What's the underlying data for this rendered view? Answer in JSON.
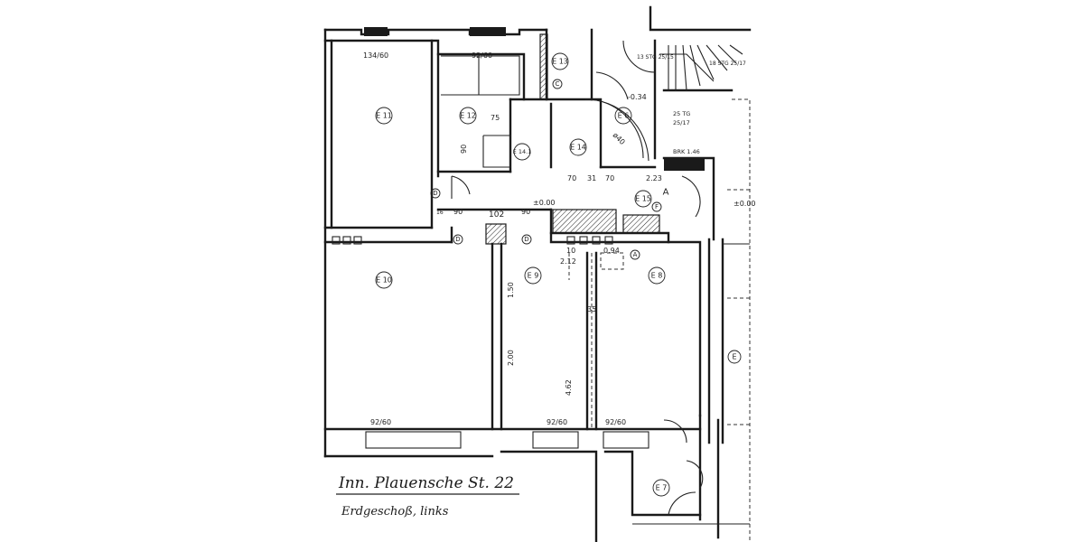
{
  "plan": {
    "title": "Inn. Plauensche St. 22",
    "subtitle": "Erdgeschoß, links",
    "rooms": [
      "E 11",
      "E 12",
      "E 13",
      "E 6",
      "E 14",
      "E 14.1",
      "E 15",
      "E 10",
      "E 9",
      "E 8",
      "E 7",
      "E"
    ],
    "window_labels": [
      "134/60",
      "92/60",
      "92/60",
      "92/60",
      "92/60"
    ],
    "dimensions": [
      "75",
      "90",
      "16",
      "90",
      "102",
      "90",
      "70",
      "31",
      "70",
      "2.23",
      "2.12",
      "1.50",
      "2.00",
      "4.62",
      "35",
      "10",
      "0.94",
      "-0.34",
      "±0.00",
      "±0.00",
      "ø40"
    ],
    "markers": [
      "D",
      "D",
      "D",
      "C",
      "F",
      "A",
      "A"
    ],
    "stair_labels": [
      "13 STG 25/15",
      "18 STG 25/17",
      "25 TG",
      "25/17",
      "BRK 1.46"
    ]
  }
}
